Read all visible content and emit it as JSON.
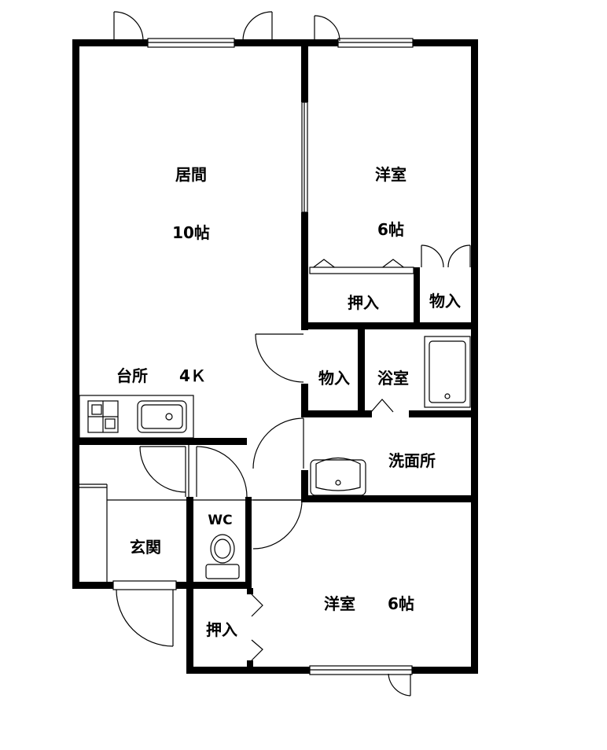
{
  "rooms": {
    "living": {
      "name": "居間",
      "size": "10帖"
    },
    "western1": {
      "name": "洋室",
      "size": "6帖"
    },
    "storage_w1": "押入",
    "closet_top_right": "物入",
    "closet_mid": "物入",
    "bath": "浴室",
    "kitchen": {
      "name": "台所",
      "size": "4Ｋ"
    },
    "washroom": "洗面所",
    "wc": "WC",
    "entrance": "玄関",
    "western2": {
      "name": "洋室",
      "size": "6帖"
    },
    "storage_w2": "押入"
  },
  "colors": {
    "wall": "#000000",
    "background": "#ffffff"
  },
  "icons": [
    "door-swing-icon",
    "window-icon",
    "bathtub-icon",
    "sink-icon",
    "toilet-icon",
    "stove-icon"
  ]
}
